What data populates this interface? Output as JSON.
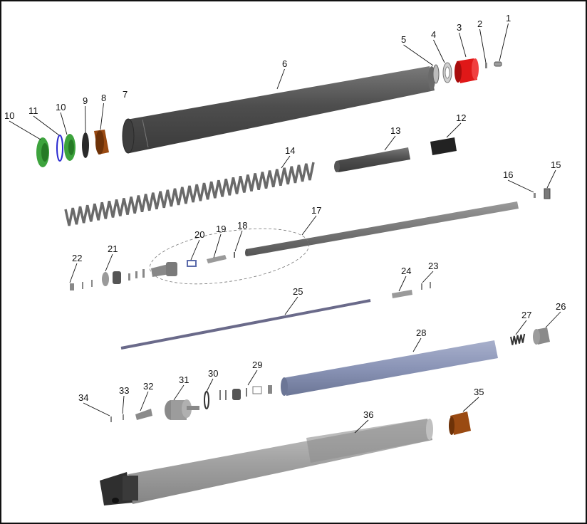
{
  "diagram": {
    "type": "exploded-parts-view",
    "callouts": [
      "1",
      "2",
      "3",
      "4",
      "5",
      "6",
      "7",
      "8",
      "9",
      "10",
      "10",
      "11",
      "12",
      "13",
      "14",
      "15",
      "16",
      "17",
      "18",
      "19",
      "20",
      "21",
      "22",
      "23",
      "24",
      "25",
      "26",
      "27",
      "28",
      "29",
      "30",
      "31",
      "32",
      "33",
      "34",
      "35",
      "36"
    ]
  },
  "colors": {
    "frame": "#111111",
    "tube_dark": "#5a5a5a",
    "green_part": "#3da33d",
    "red_cap": "#e01818",
    "bronze_bushing": "#9a4a12",
    "cartridge_blue": "#8a94b6",
    "lower_tube": "#9a9a9a"
  }
}
